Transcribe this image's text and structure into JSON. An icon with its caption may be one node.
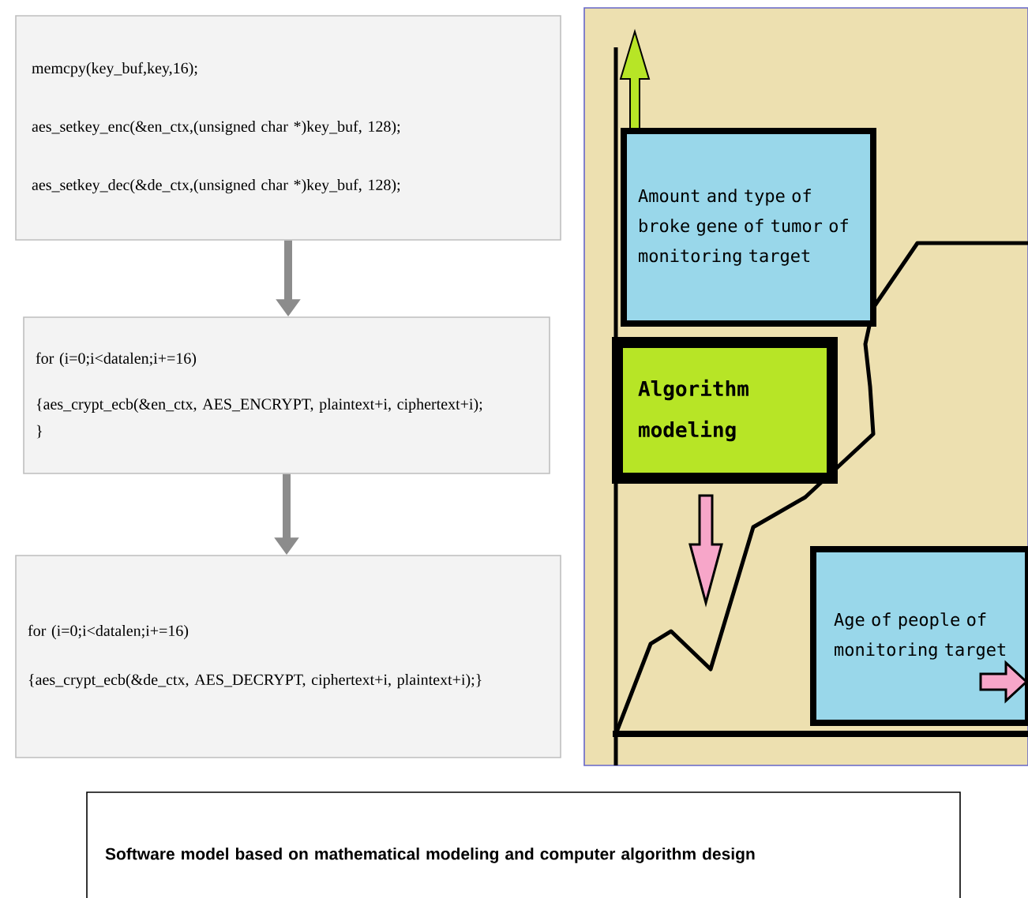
{
  "diagram": {
    "nodes": [
      {
        "text": [
          "memcpy(key_buf,key,16);",
          "aes_setkey_enc(&en_ctx,(unsigned char *)key_buf, 128);",
          "aes_setkey_dec(&de_ctx,(unsigned char *)key_buf, 128);"
        ]
      },
      {
        "text": [
          "for (i=0;i<datalen;i+=16)",
          "{aes_crypt_ecb(&en_ctx, AES_ENCRYPT, plaintext+i, ciphertext+i);",
          "}"
        ]
      },
      {
        "text": [
          "for (i=0;i<datalen;i+=16)",
          "{aes_crypt_ecb(&de_ctx, AES_DECRYPT, ciphertext+i, plaintext+i);}"
        ]
      },
      {
        "text": [],
        "shape": "box"
      },
      {
        "text": [
          "Amount and type of broke gene of tumor of monitoring target"
        ],
        "in": 3
      },
      {
        "text": [
          "Algorithm modeling"
        ],
        "in": 3
      },
      {
        "text": [
          "Age of people of monitoring target"
        ],
        "in": 3
      },
      {
        "text": [
          "Software model based on mathematical modeling and computer algorithm design"
        ]
      }
    ],
    "edges": [
      {
        "from": 0,
        "to": 1,
        "arrow": "to"
      },
      {
        "from": 1,
        "to": 2,
        "arrow": "to"
      }
    ]
  }
}
